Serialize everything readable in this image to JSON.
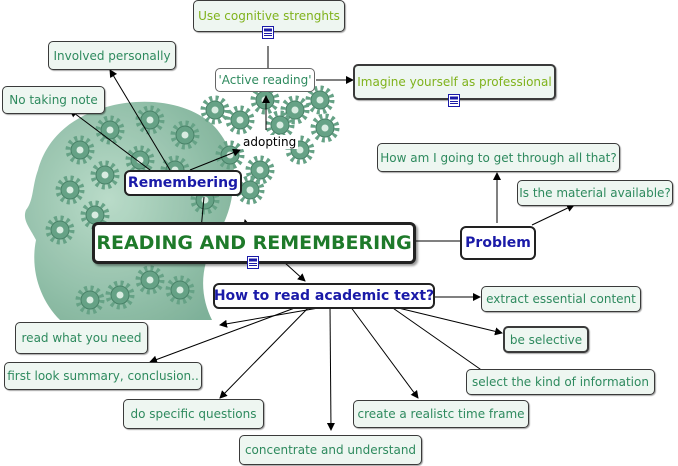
{
  "central": "READING AND REMEMBERING",
  "hubs": {
    "remembering": "Remembering",
    "problem": "Problem",
    "how_to_read": "How to read academic text?"
  },
  "link_labels": {
    "adopting": "adopting"
  },
  "nodes": {
    "cognitive": "Use cognitive strenghts",
    "involved": "Involved personally",
    "active_reading": "'Active reading'",
    "imagine": "Imagine yourself as professional",
    "no_notes": "No taking note",
    "how_through": "How am I going to get through all that?",
    "available": "Is the material available?",
    "extract": "extract essential content",
    "selective": "be selective",
    "select_kind": "select the kind of information",
    "read_need": "read what you need",
    "first_look": "first look summary, conclusion..",
    "specific_q": "do specific questions",
    "time_frame": "create a realistc time frame",
    "concentrate": "concentrate and understand"
  },
  "icons": {
    "resource": "document-icon",
    "background": "head-with-gears-illustration"
  },
  "colors": {
    "node_fill": "#eef6f1",
    "leaf_text": "#2e8a5e",
    "olive_text": "#7fb21b",
    "hub_text": "#1a1aa8",
    "central_text": "#1e7a2a"
  }
}
